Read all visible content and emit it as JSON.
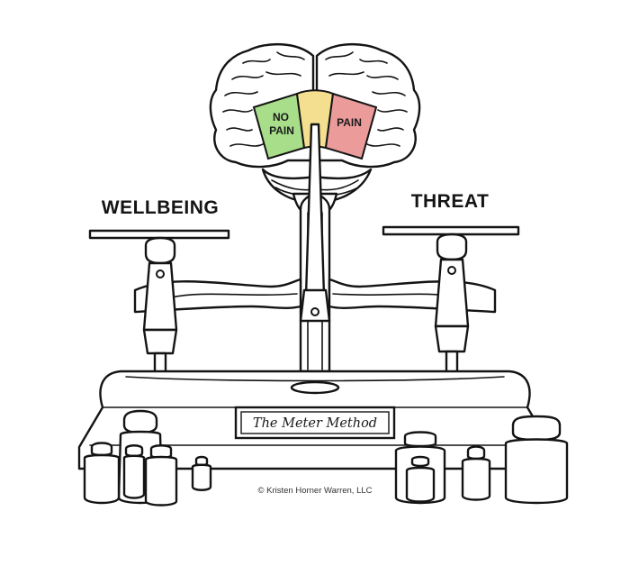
{
  "labels": {
    "left_pan": "WELLBEING",
    "right_pan": "THREAT"
  },
  "meter": {
    "left_zone": {
      "line1": "NO",
      "line2": "PAIN"
    },
    "middle_zone": "",
    "right_zone": "PAIN",
    "colors": {
      "green": "#a8dd8a",
      "yellow": "#f3df8f",
      "red": "#ec9b9b"
    }
  },
  "plaque": {
    "text": "The Meter Method"
  },
  "copyright": "© Kristen Horner Warren, LLC"
}
